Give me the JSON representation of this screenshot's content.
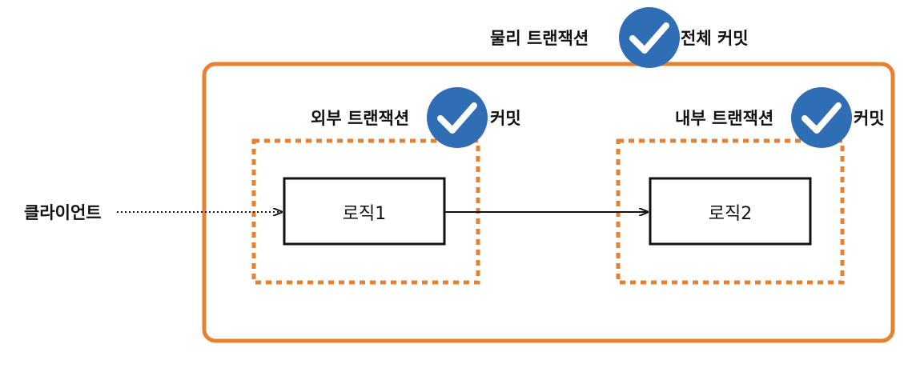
{
  "physical": {
    "label": "물리 트랜잭션",
    "result": "전체 커밋"
  },
  "outer": {
    "label": "외부 트랜잭션",
    "result": "커밋",
    "logic": "로직1"
  },
  "inner": {
    "label": "내부 트랜잭션",
    "result": "커밋",
    "logic": "로직2"
  },
  "client": {
    "label": "클라이언트"
  },
  "colors": {
    "orange": "#E8802F",
    "check_blue": "#2F6DB5"
  },
  "icons": [
    "check-circle-icon"
  ]
}
